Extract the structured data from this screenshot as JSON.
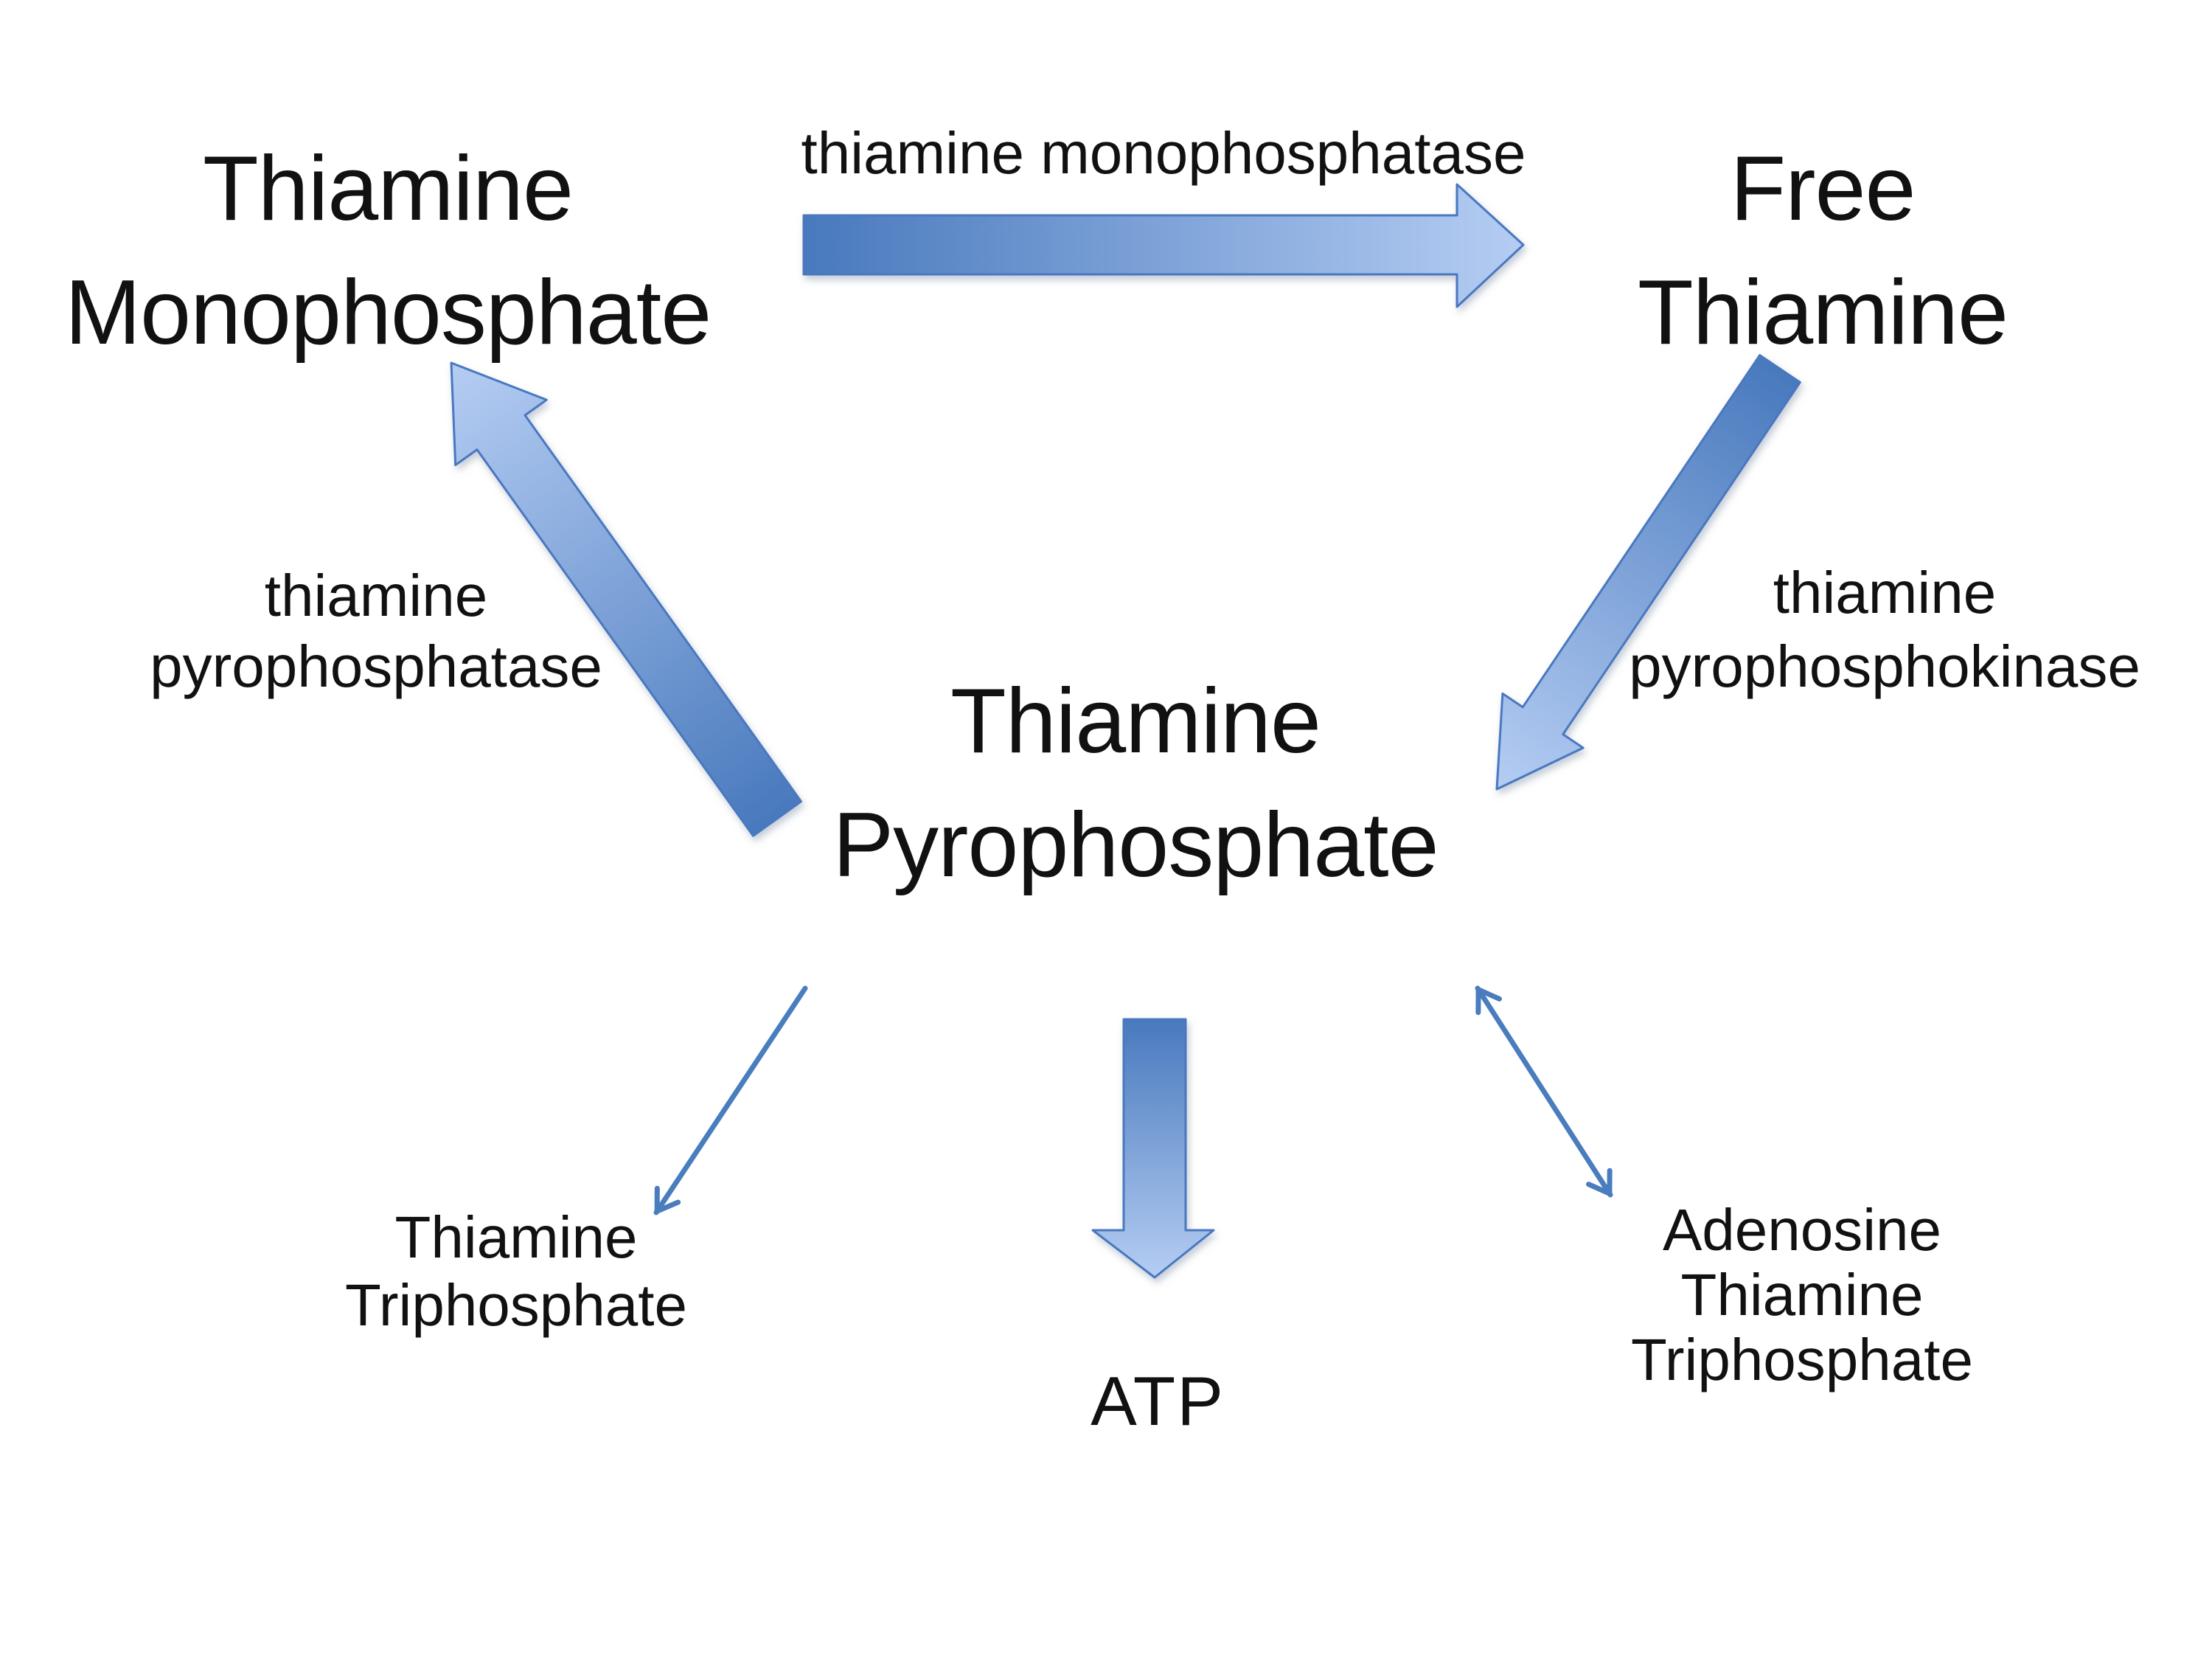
{
  "diagram": {
    "nodes": {
      "thiamine_monophosphate": {
        "line1": "Thiamine",
        "line2": "Monophosphate"
      },
      "free_thiamine": {
        "line1": "Free",
        "line2": "Thiamine"
      },
      "thiamine_pyrophosphate": {
        "line1": "Thiamine",
        "line2": "Pyrophosphate"
      },
      "thiamine_triphosphate": {
        "line1": "Thiamine",
        "line2": "Triphosphate"
      },
      "atp": {
        "label": "ATP"
      },
      "adenosine_thiamine_triphosphate": {
        "line1": "Adenosine",
        "line2": "Thiamine",
        "line3": "Triphosphate"
      }
    },
    "enzymes": {
      "thiamine_monophosphatase": {
        "label": "thiamine monophosphatase"
      },
      "thiamine_pyrophosphatase": {
        "line1": "thiamine",
        "line2": "pyrophosphatase"
      },
      "thiamine_pyrophosphokinase": {
        "line1": "thiamine",
        "line2": "pyrophosphokinase"
      }
    },
    "colors": {
      "background": "#ffffff",
      "text": "#111111",
      "arrow_gradient_dark": "#4879bd",
      "arrow_gradient_light": "#b5cdf3",
      "arrow_outline": "#4a78c0",
      "thin_arrow": "#4a7dbd"
    }
  }
}
